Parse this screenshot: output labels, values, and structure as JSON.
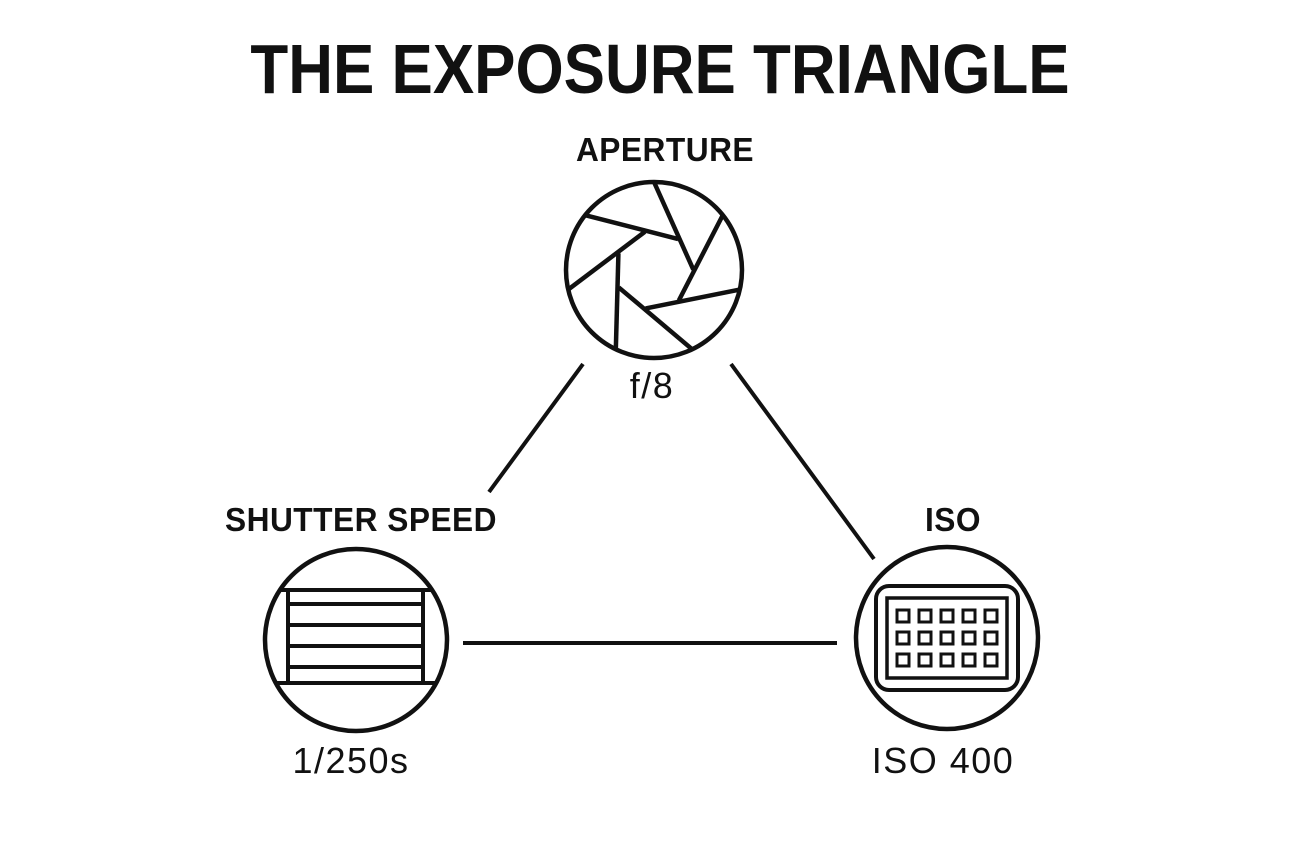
{
  "title": "THE EXPOSURE TRIANGLE",
  "colors": {
    "ink": "#111111",
    "background": "#ffffff"
  },
  "diagram": {
    "type": "triangle-relationship",
    "nodes": [
      {
        "id": "aperture",
        "label": "APERTURE",
        "value": "f/8",
        "icon": "aperture-iris-icon"
      },
      {
        "id": "shutter-speed",
        "label": "SHUTTER SPEED",
        "value": "1/250s",
        "icon": "shutter-curtain-icon"
      },
      {
        "id": "iso",
        "label": "ISO",
        "value": "ISO 400",
        "icon": "sensor-grid-icon"
      }
    ],
    "edges": [
      {
        "from": "aperture",
        "to": "shutter-speed"
      },
      {
        "from": "aperture",
        "to": "iso"
      },
      {
        "from": "shutter-speed",
        "to": "iso"
      }
    ]
  }
}
